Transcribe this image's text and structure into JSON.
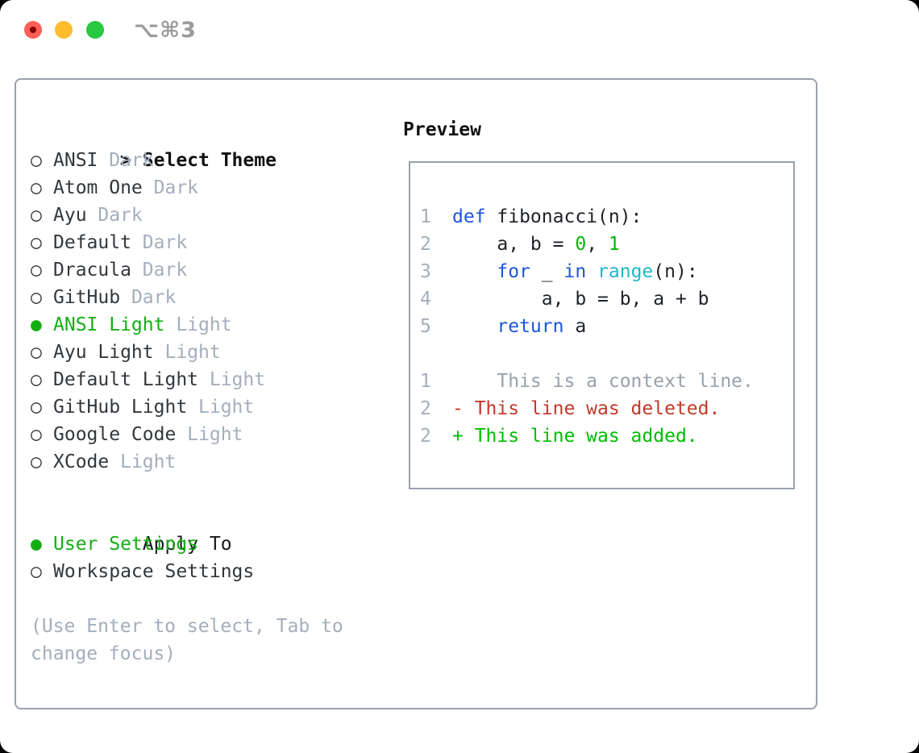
{
  "window": {
    "title": "⌥⌘3"
  },
  "icons": {
    "cursor": ">",
    "radio_checked": "●",
    "radio_unchecked": "○"
  },
  "colors": {
    "accent_green": "#13ae13",
    "keyword_blue": "#1d55dd",
    "function_cyan": "#1fb8c9",
    "number_green": "#00b800",
    "diff_red": "#c23a28",
    "diff_green": "#00bd00",
    "muted_gray": "#a4aebc",
    "text_dark": "#32373c",
    "border_gray": "#99a1ac",
    "traffic_red": "#ff5f57",
    "traffic_yellow": "#febc2e",
    "traffic_green": "#28c840"
  },
  "theme_panel": {
    "header": "Select Theme",
    "items": [
      {
        "name": "ANSI",
        "variant": "Dark",
        "selected": false
      },
      {
        "name": "Atom One",
        "variant": "Dark",
        "selected": false
      },
      {
        "name": "Ayu",
        "variant": "Dark",
        "selected": false
      },
      {
        "name": "Default",
        "variant": "Dark",
        "selected": false
      },
      {
        "name": "Dracula",
        "variant": "Dark",
        "selected": false
      },
      {
        "name": "GitHub",
        "variant": "Dark",
        "selected": false
      },
      {
        "name": "ANSI Light",
        "variant": "Light",
        "selected": true
      },
      {
        "name": "Ayu Light",
        "variant": "Light",
        "selected": false
      },
      {
        "name": "Default Light",
        "variant": "Light",
        "selected": false
      },
      {
        "name": "GitHub Light",
        "variant": "Light",
        "selected": false
      },
      {
        "name": "Google Code",
        "variant": "Light",
        "selected": false
      },
      {
        "name": "XCode",
        "variant": "Light",
        "selected": false
      }
    ],
    "hint_lines": [
      "(Use Enter to select, Tab to",
      "change focus)"
    ]
  },
  "apply_panel": {
    "header": "Apply To",
    "options": [
      {
        "name": "User Settings",
        "selected": true
      },
      {
        "name": "Workspace Settings",
        "selected": false
      }
    ]
  },
  "preview": {
    "header": "Preview",
    "lines": [
      {
        "num": "",
        "segments": []
      },
      {
        "num": "1",
        "segments": [
          {
            "c": "kw",
            "t": "def"
          },
          {
            "c": "plain",
            "t": " fibonacci(n):"
          }
        ]
      },
      {
        "num": "2",
        "segments": [
          {
            "c": "plain",
            "t": "    a, b = "
          },
          {
            "c": "green",
            "t": "0"
          },
          {
            "c": "plain",
            "t": ", "
          },
          {
            "c": "green",
            "t": "1"
          }
        ]
      },
      {
        "num": "3",
        "segments": [
          {
            "c": "plain",
            "t": "    "
          },
          {
            "c": "kw",
            "t": "for"
          },
          {
            "c": "plain",
            "t": " _ "
          },
          {
            "c": "kw",
            "t": "in"
          },
          {
            "c": "plain",
            "t": " "
          },
          {
            "c": "fn",
            "t": "range"
          },
          {
            "c": "plain",
            "t": "(n):"
          }
        ]
      },
      {
        "num": "4",
        "segments": [
          {
            "c": "plain",
            "t": "        a, b = b, a + b"
          }
        ]
      },
      {
        "num": "5",
        "segments": [
          {
            "c": "plain",
            "t": "    "
          },
          {
            "c": "kw",
            "t": "return"
          },
          {
            "c": "plain",
            "t": " a"
          }
        ]
      },
      {
        "num": "",
        "segments": []
      },
      {
        "num": "1",
        "segments": [
          {
            "c": "ctx",
            "t": "    This is a context line."
          }
        ]
      },
      {
        "num": "2",
        "segments": [
          {
            "c": "del",
            "t": "- This line was deleted."
          }
        ]
      },
      {
        "num": "2",
        "segments": [
          {
            "c": "add",
            "t": "+ This line was added."
          }
        ]
      }
    ]
  }
}
